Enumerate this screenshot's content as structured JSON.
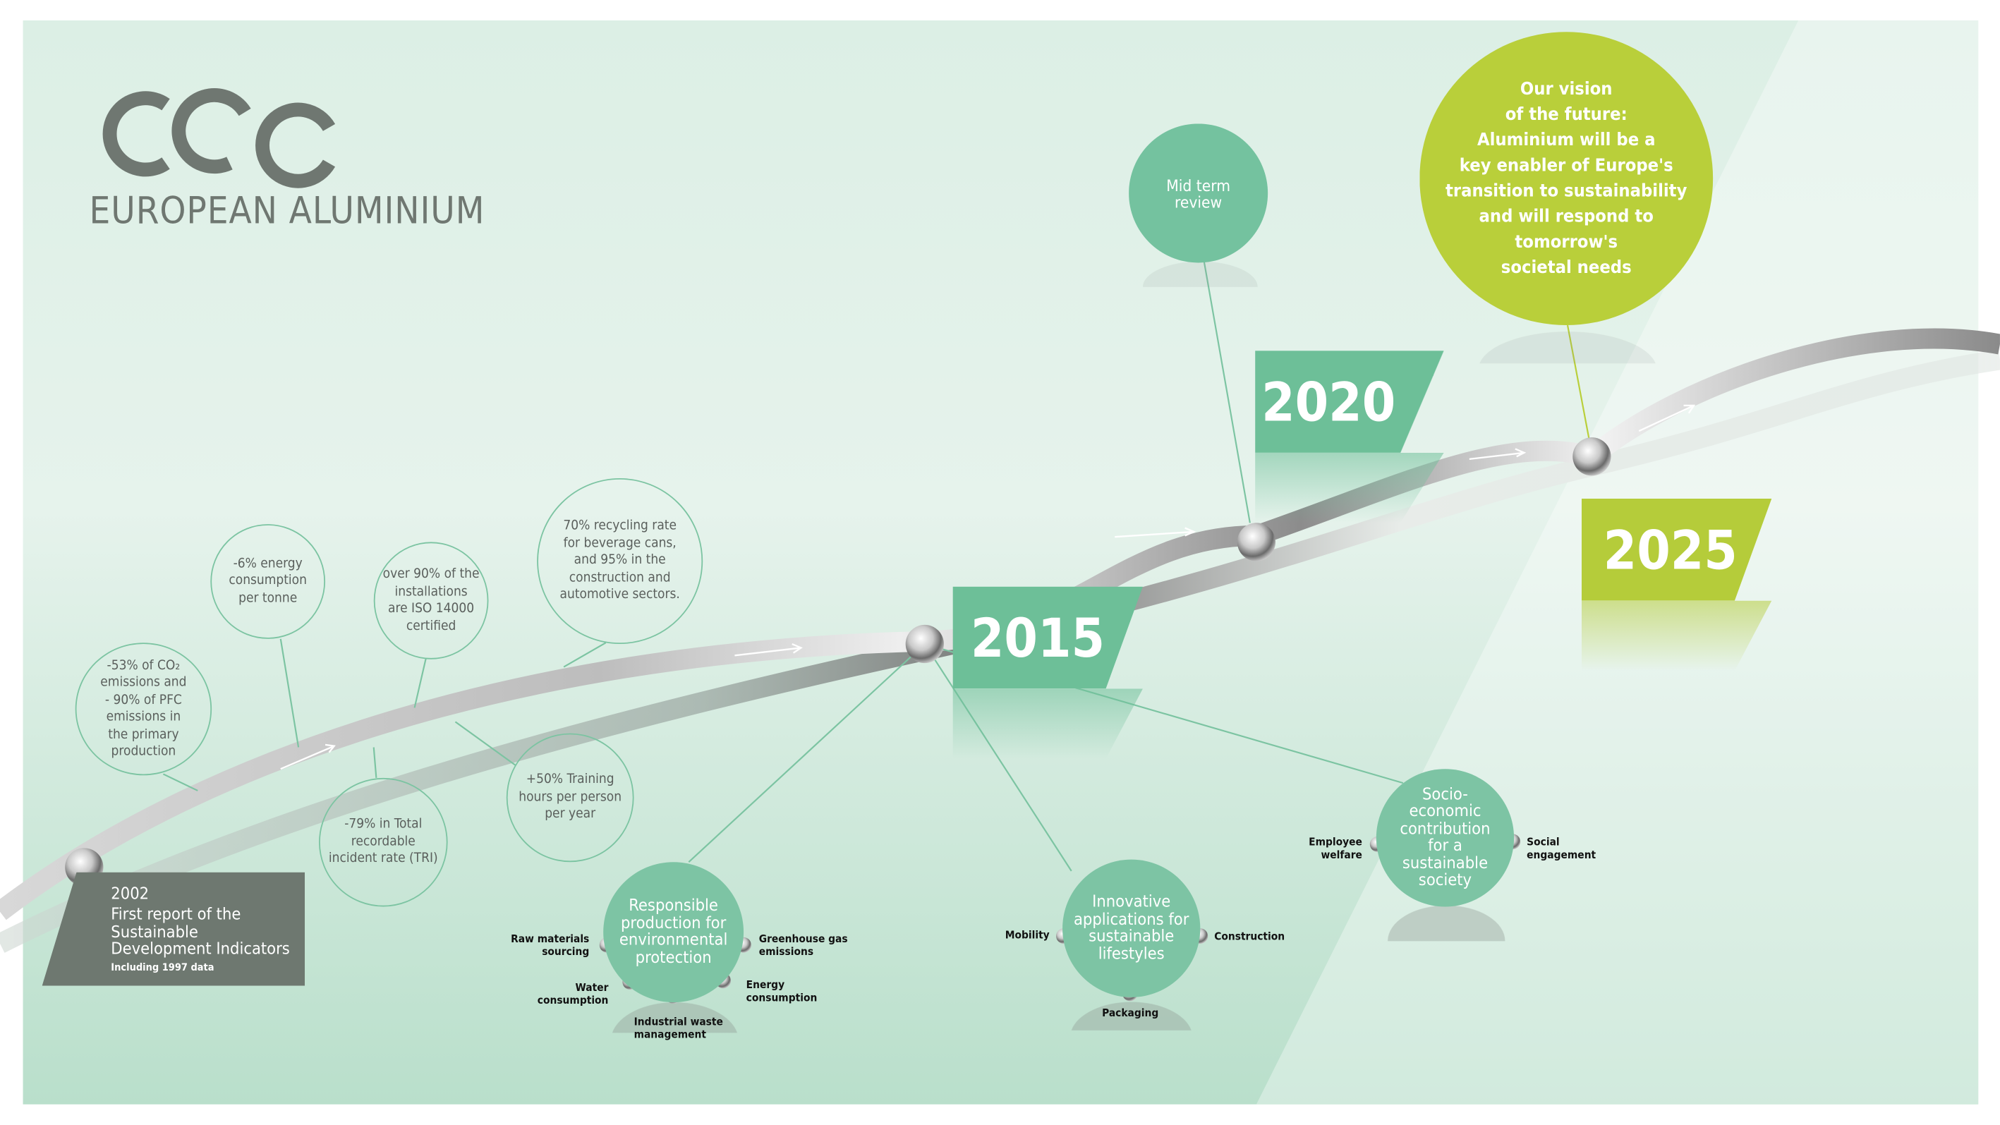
{
  "logo": {
    "text": "EUROPEAN ALUMINIUM"
  },
  "milestone_2002": {
    "year": "2002",
    "lines": [
      "First report of the",
      "Sustainable",
      "Development Indicators"
    ],
    "note": "Including 1997 data"
  },
  "achievements": [
    {
      "lines": [
        "-53% of CO₂",
        "emissions and",
        "- 90% of PFC",
        "emissions in",
        "the primary",
        "production"
      ]
    },
    {
      "lines": [
        "-6% energy",
        "consumption",
        "per tonne"
      ]
    },
    {
      "lines": [
        "over 90% of the",
        "installations",
        "are ISO 14000",
        "certified"
      ]
    },
    {
      "lines": [
        "70% recycling rate",
        "for beverage cans,",
        "and 95% in the",
        "construction and",
        "automotive sectors."
      ]
    },
    {
      "lines": [
        "-79% in Total",
        "recordable",
        "incident rate (TRI)"
      ]
    },
    {
      "lines": [
        "+50% Training",
        "hours per person",
        "per year"
      ]
    }
  ],
  "years": {
    "y2015": "2015",
    "y2020": "2020",
    "y2025": "2025"
  },
  "mid_term": {
    "lines": [
      "Mid term",
      "review"
    ]
  },
  "vision": {
    "lines": [
      "Our vision",
      "of the future:",
      "Aluminium will be a",
      "key enabler of Europe's",
      "transition to sustainability",
      "and will respond to",
      "tomorrow's",
      "societal needs"
    ]
  },
  "pillars": {
    "responsible": {
      "lines": [
        "Responsible",
        "production for",
        "environmental",
        "protection"
      ],
      "items": [
        "Raw materials sourcing",
        "Greenhouse gas emissions",
        "Water consumption",
        "Energy consumption",
        "Industrial waste management"
      ]
    },
    "innovative": {
      "lines": [
        "Innovative",
        "applications for",
        "sustainable",
        "lifestyles"
      ],
      "items": [
        "Mobility",
        "Construction",
        "Packaging"
      ]
    },
    "socio": {
      "lines": [
        "Socio-",
        "economic",
        "contribution",
        "for a",
        "sustainable",
        "society"
      ],
      "items": [
        "Employee welfare",
        "Social engagement"
      ]
    }
  },
  "colors": {
    "green": "#7dc4a4",
    "flag_green": "#6dbf98",
    "lime": "#b9cf3a",
    "gray": "#6e7870"
  }
}
